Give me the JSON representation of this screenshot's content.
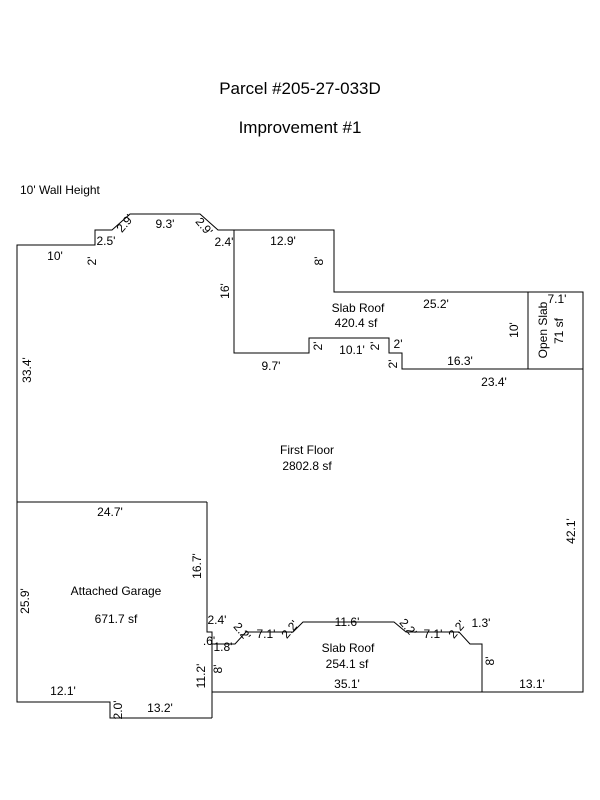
{
  "title": "Parcel #205-27-033D",
  "subtitle": "Improvement #1",
  "wall_height": "10' Wall Height",
  "areas": {
    "first_floor": {
      "name": "First Floor",
      "size": "2802.8 sf"
    },
    "slab_roof_top": {
      "name": "Slab Roof",
      "size": "420.4 sf"
    },
    "open_slab": {
      "name": "Open Slab",
      "size": "71 sf"
    },
    "garage": {
      "name": "Attached Garage",
      "size": "671.7 sf"
    },
    "slab_roof_bottom": {
      "name": "Slab Roof",
      "size": "254.1 sf"
    }
  },
  "dims": {
    "d10": "10'",
    "d2_5": "2.5'",
    "d2_left": "2'",
    "d2_9a": "2.9'",
    "d9_3": "9.3'",
    "d2_9b": "2.9'",
    "d2_4top": "2.4'",
    "d12_9": "12.9'",
    "d8top": "8'",
    "d16": "16'",
    "d25_2": "25.2'",
    "d7_1top": "7.1'",
    "d10v": "10'",
    "d9_7": "9.7'",
    "d2a": "2'",
    "d10_1": "10.1'",
    "d2b": "2'",
    "d2c": "2'",
    "d2d": "2'",
    "d16_3": "16.3'",
    "d23_4": "23.4'",
    "d33_4": "33.4'",
    "d42_1": "42.1'",
    "d24_7": "24.7'",
    "d16_7": "16.7'",
    "d25_9": "25.9'",
    "d2_4bot": "2.4'",
    "d2_2a": "2.2'",
    "d7_1a": "7.1'",
    "d2_2b": "2.2'",
    "d11_6": "11.6'",
    "d2_2c": "2.2'",
    "d7_1b": "7.1'",
    "d2_2d": "2.2'",
    "d1_3": "1.3'",
    "d6": ".6'",
    "d1_8": "1.8'",
    "d8bot": "8'",
    "d11_2": "11.2'",
    "d8right": "8'",
    "d35_1": "35.1'",
    "d13_1": "13.1'",
    "d12_1": "12.1'",
    "d2_0": "2.0'",
    "d13_2": "13.2'"
  }
}
